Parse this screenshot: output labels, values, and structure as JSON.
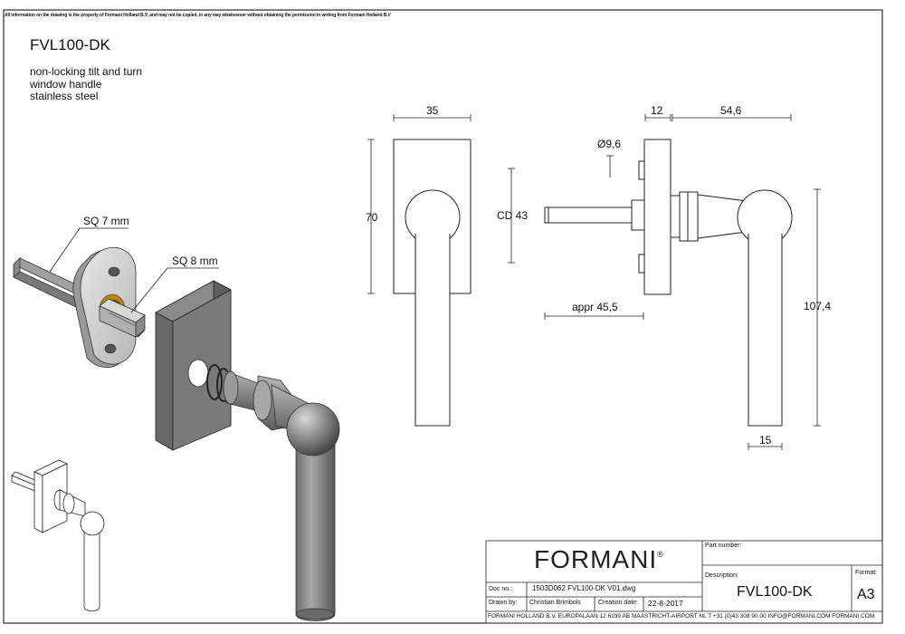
{
  "notice": "All information on the drawing is the property of Formani Holland B.V. and may not be copied, in any way whatsoever without obtaining the permission in writing from Formani Holland B.V",
  "header": {
    "title": "FVL100-DK",
    "description_lines": [
      "non-locking tilt and turn",
      "window handle",
      "stainless steel"
    ]
  },
  "labels": {
    "sq7": "SQ 7 mm",
    "sq8": "SQ 8 mm"
  },
  "dimensions": {
    "front_width": "35",
    "front_height": "70",
    "side_base": "12",
    "side_reach": "54,6",
    "hole_diameter": "Ø9,6",
    "hole_distance": "CD 43",
    "spindle_length": "appr 45,5",
    "total_height": "107,4",
    "lever_width": "15"
  },
  "title_block": {
    "logo": "FORMANI",
    "logo_mark": "®",
    "part_number_label": "Part number:",
    "description_label": "Description:",
    "description_value": "FVL100-DK",
    "format_label": "Format:",
    "format_value": "A3",
    "doc_no_label": "Doc no.:",
    "doc_no_value": "1503D062 FVL100-DK V01.dwg",
    "drawn_by_label": "Drawn by:",
    "drawn_by_value": "Christian Brimbols",
    "creation_date_label": "Creation date:",
    "creation_date_value": "22-8-2017",
    "footer": "FORMANI HOLLAND B.V.  EUROPALAAN 12  6199 AB MAASTRICHT-AIRPORT NL  T +31 (0)43 308 90 00 INFO@FORMANI.COM FORMANI.COM"
  }
}
